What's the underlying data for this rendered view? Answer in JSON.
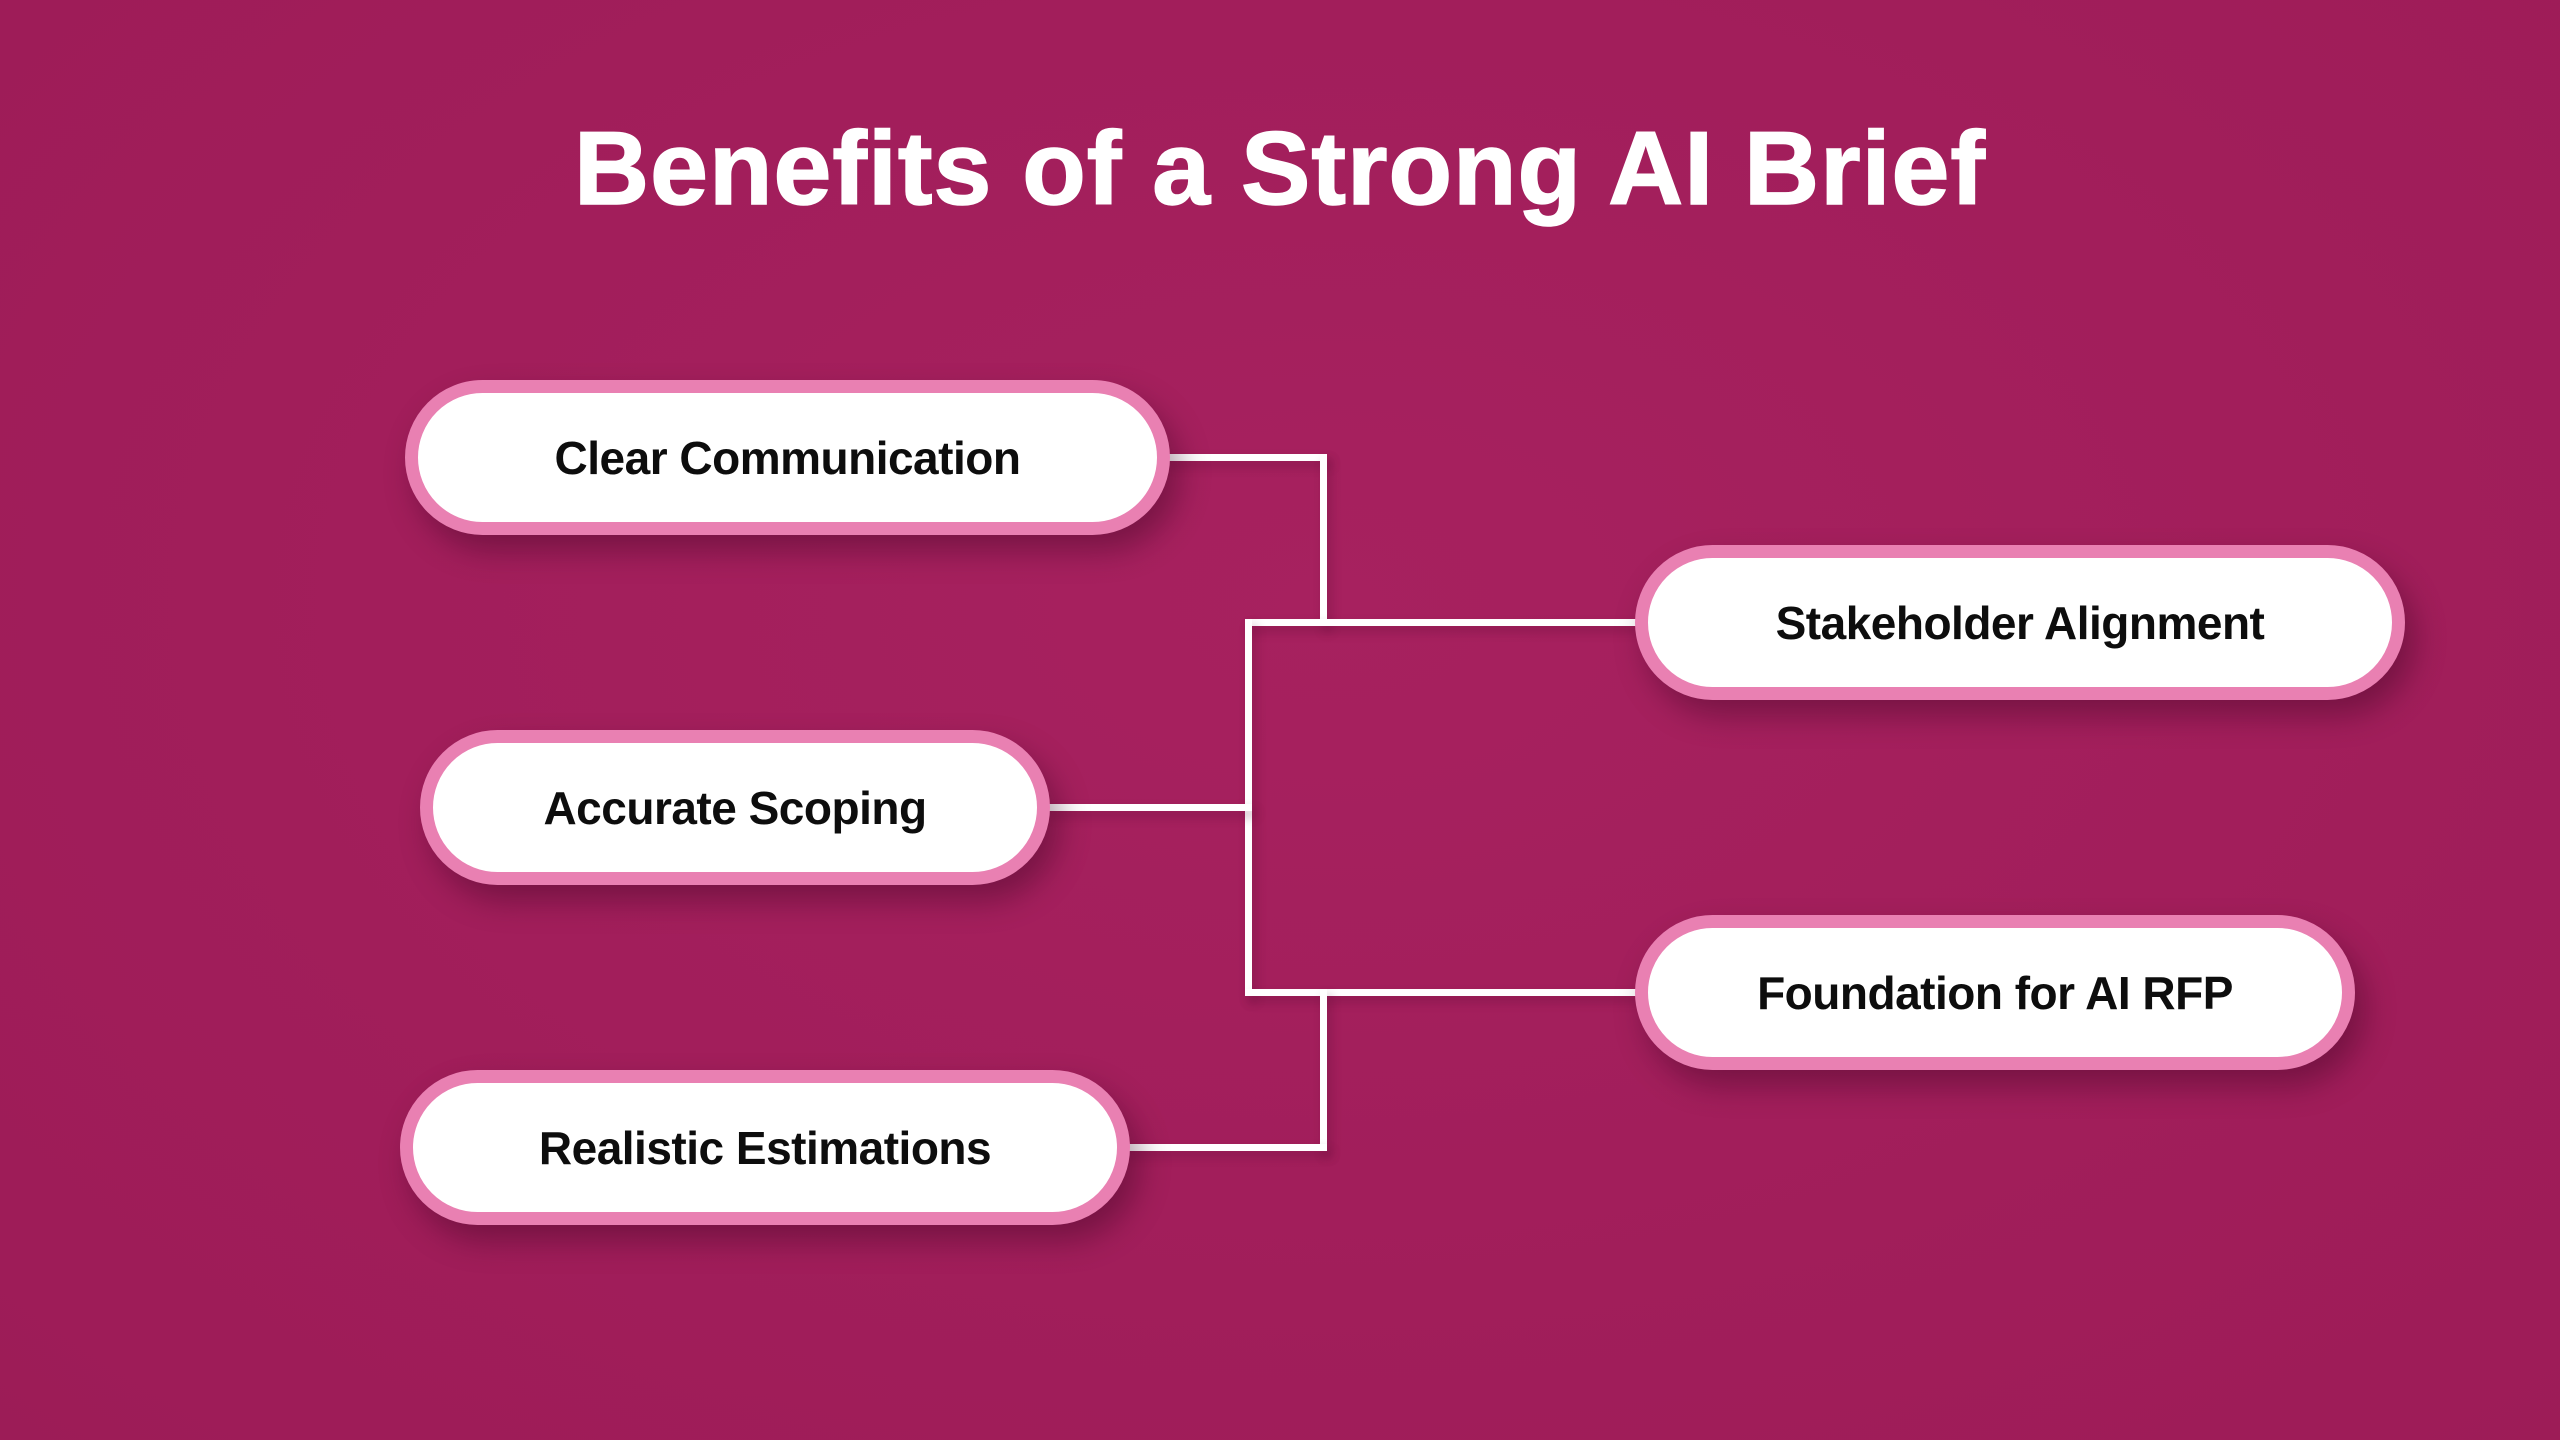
{
  "title": "Benefits of a Strong AI Brief",
  "nodes": [
    {
      "id": "clear-communication",
      "label": "Clear Communication"
    },
    {
      "id": "accurate-scoping",
      "label": "Accurate Scoping"
    },
    {
      "id": "realistic-estimations",
      "label": "Realistic Estimations"
    },
    {
      "id": "stakeholder-alignment",
      "label": "Stakeholder Alignment"
    },
    {
      "id": "foundation-for-ai-rfp",
      "label": "Foundation for AI RFP"
    }
  ],
  "colors": {
    "background": "#9E1C58",
    "node_fill": "#FFFFFF",
    "node_border": "#E980B2",
    "node_text": "#0D0D0D",
    "connector": "#FFFFFF",
    "title_text": "#FFFFFF"
  }
}
